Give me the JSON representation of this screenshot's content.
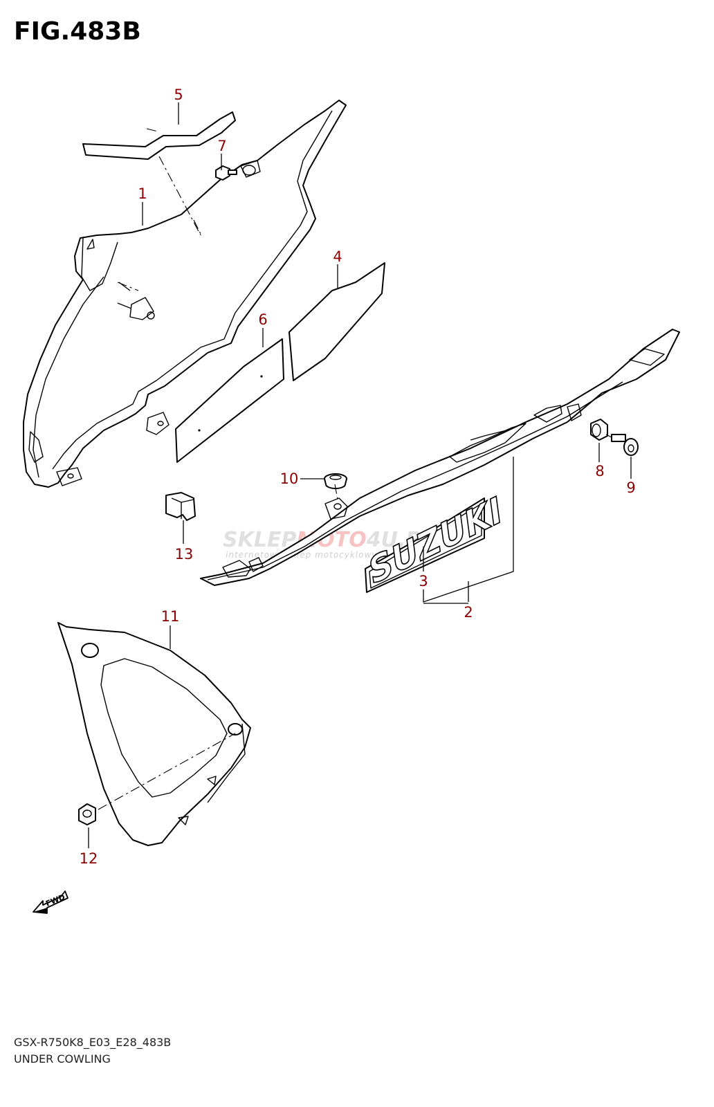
{
  "figure": {
    "title": "FIG.483B",
    "model_code": "GSX-R750K8_E03_E28_483B",
    "section_name": "UNDER COWLING"
  },
  "callouts": [
    {
      "id": "c1",
      "label": "1"
    },
    {
      "id": "c2",
      "label": "2"
    },
    {
      "id": "c3",
      "label": "3"
    },
    {
      "id": "c4",
      "label": "4"
    },
    {
      "id": "c5",
      "label": "5"
    },
    {
      "id": "c6",
      "label": "6"
    },
    {
      "id": "c7",
      "label": "7"
    },
    {
      "id": "c8",
      "label": "8"
    },
    {
      "id": "c9",
      "label": "9"
    },
    {
      "id": "c10",
      "label": "10"
    },
    {
      "id": "c11",
      "label": "11"
    },
    {
      "id": "c12",
      "label": "12"
    },
    {
      "id": "c13",
      "label": "13"
    }
  ],
  "emblem": {
    "text": "SUZUKI"
  },
  "direction_marker": {
    "text": "FWD"
  },
  "watermark": {
    "main_left": "SKLEP",
    "main_right": "MOTO",
    "domain": "4U.PL",
    "tagline": "internetowy sklep motocyklowy"
  },
  "colors": {
    "callout": "#8b0000",
    "line": "#000000",
    "watermark_accent": "#f4b3b3"
  }
}
